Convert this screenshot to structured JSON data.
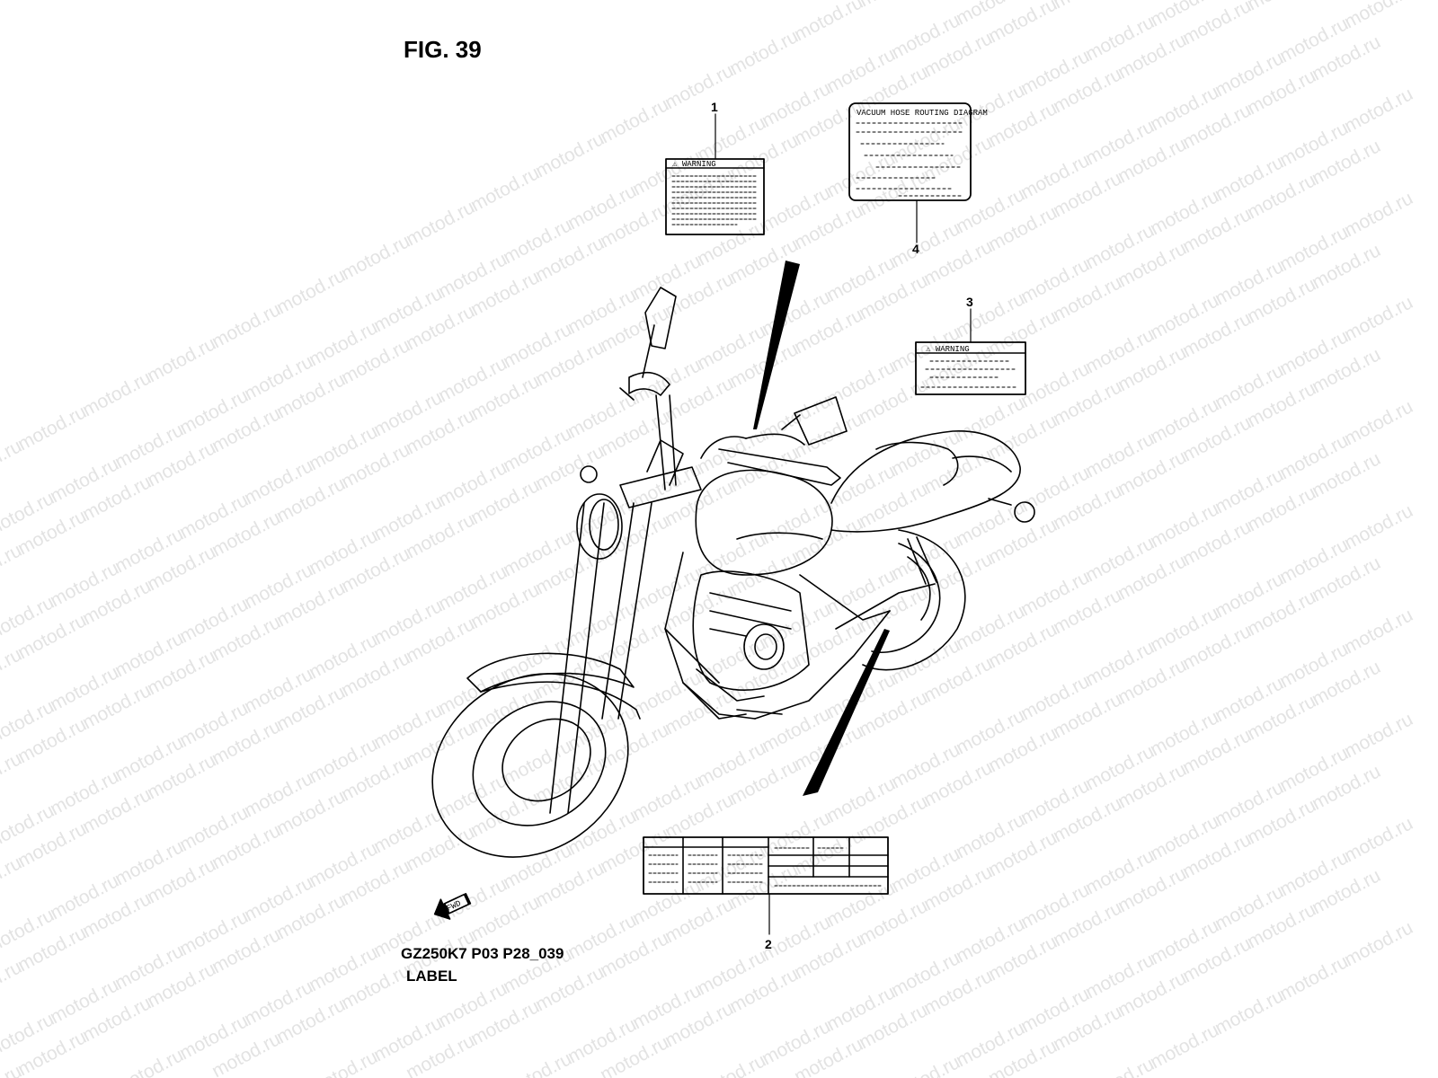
{
  "figure": {
    "title": "FIG. 39",
    "code": "GZ250K7 P03 P28_039",
    "name": "LABEL"
  },
  "watermark": "motod.ru",
  "callouts": [
    "1",
    "2",
    "3",
    "4"
  ],
  "labels": {
    "label1_header": "⚠ WARNING",
    "label3_header": "⚠ WARNING",
    "label4_header": "VACUUM HOSE ROUTING DIAGRAM"
  },
  "fwd_arrow": "FWD"
}
